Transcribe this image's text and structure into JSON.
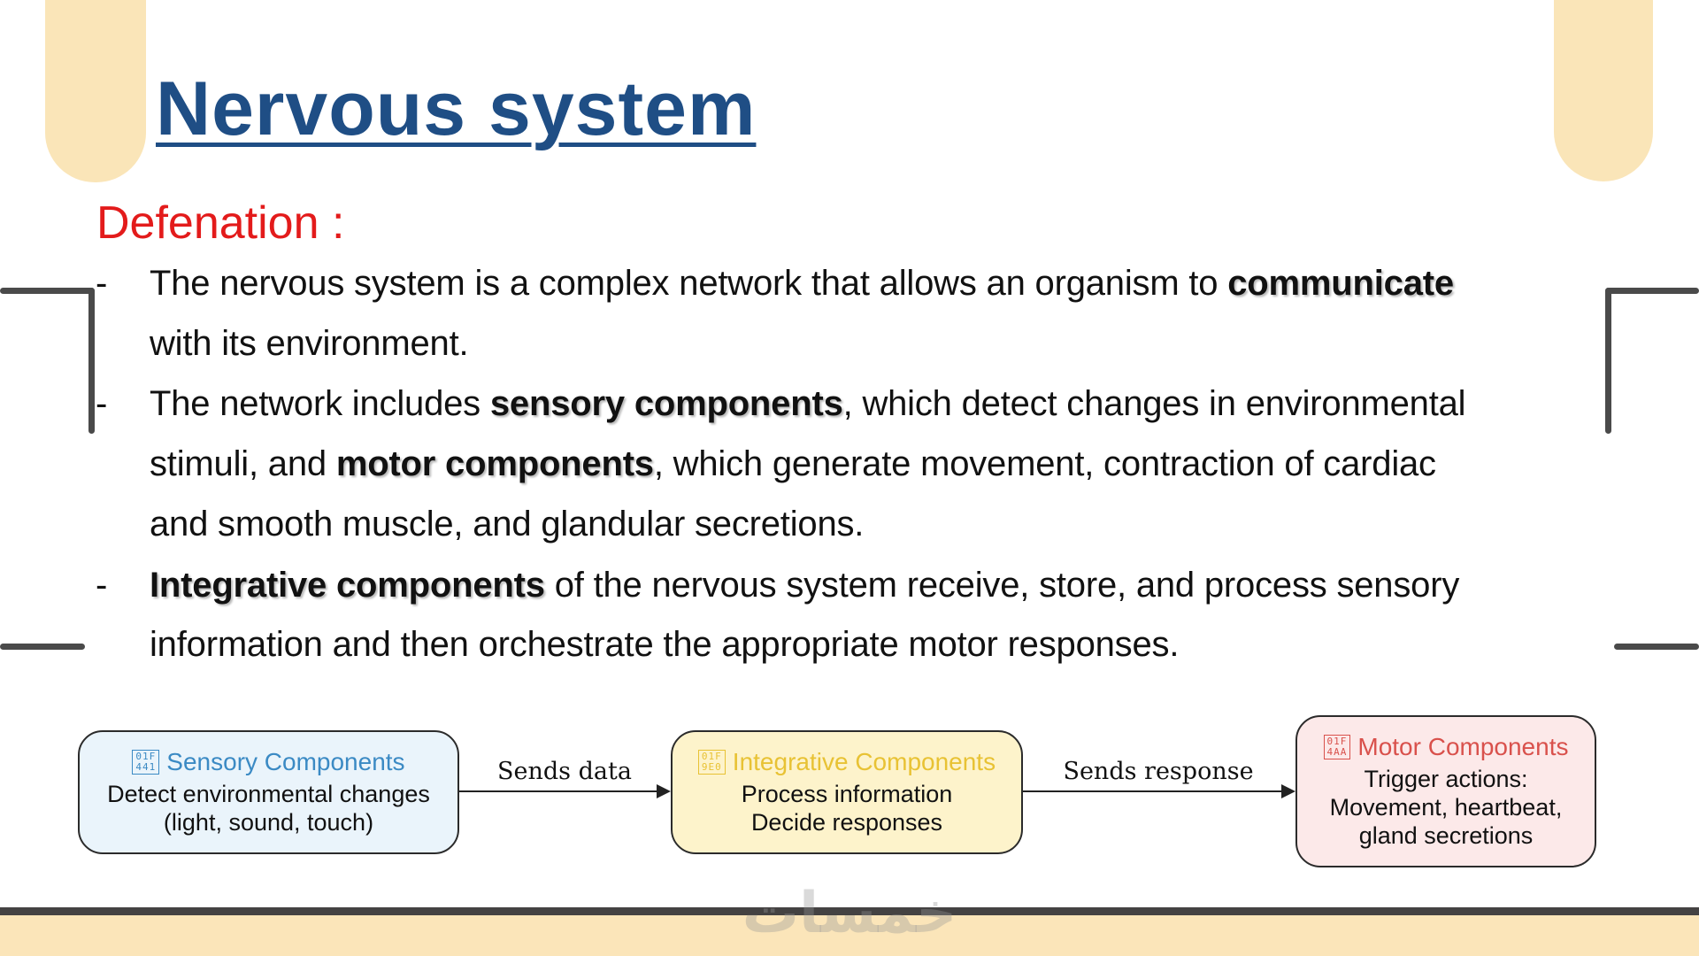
{
  "slide": {
    "title": "Nervous system",
    "subtitle": "Defenation :",
    "bullet_marker": "-",
    "lines": [
      {
        "bullet": true,
        "parts": [
          {
            "text": "The nervous system is a complex network that allows an organism to ",
            "bold": false
          },
          {
            "text": "communicate",
            "bold": true
          }
        ]
      },
      {
        "bullet": false,
        "parts": [
          {
            "text": "with its environment.",
            "bold": false
          }
        ]
      },
      {
        "bullet": true,
        "parts": [
          {
            "text": " The network includes ",
            "bold": false
          },
          {
            "text": "sensory components",
            "bold": true
          },
          {
            "text": ", which detect changes in environmental",
            "bold": false
          }
        ]
      },
      {
        "bullet": false,
        "parts": [
          {
            "text": "stimuli, and ",
            "bold": false
          },
          {
            "text": "motor components",
            "bold": true
          },
          {
            "text": ", which generate movement, contraction of cardiac",
            "bold": false
          }
        ]
      },
      {
        "bullet": false,
        "parts": [
          {
            "text": "and smooth muscle, and glandular secretions.",
            "bold": false
          }
        ]
      },
      {
        "bullet": true,
        "parts": [
          {
            "text": "Integrative components",
            "bold": true
          },
          {
            "text": " of the nervous system receive, store, and process sensory",
            "bold": false
          }
        ]
      },
      {
        "bullet": false,
        "parts": [
          {
            "text": "information and then orchestrate the appropriate motor responses.",
            "bold": false
          }
        ]
      }
    ]
  },
  "diagram": {
    "nodes": [
      {
        "id": "sensory",
        "icon": "eye-icon",
        "icon_code": [
          "01F",
          "441"
        ],
        "title": "Sensory Components",
        "body": [
          "Detect environmental changes",
          "(light, sound, touch)"
        ],
        "title_color": "#3b8ac4",
        "fill": "#eaf4fb"
      },
      {
        "id": "integrative",
        "icon": "brain-icon",
        "icon_code": [
          "01F",
          "9E0"
        ],
        "title": "Integrative Components",
        "body": [
          "Process information",
          "Decide responses"
        ],
        "title_color": "#e8c234",
        "fill": "#fdf3cb"
      },
      {
        "id": "motor",
        "icon": "flexed-biceps-icon",
        "icon_code": [
          "01F",
          "4AA"
        ],
        "title": "Motor Components",
        "body": [
          "Trigger actions:",
          "Movement, heartbeat,",
          "gland secretions"
        ],
        "title_color": "#d9514c",
        "fill": "#fce9e9"
      }
    ],
    "edges": [
      {
        "from": "sensory",
        "to": "integrative",
        "label": "Sends data"
      },
      {
        "from": "integrative",
        "to": "motor",
        "label": "Sends response"
      }
    ]
  },
  "watermark": "خمسات",
  "colors": {
    "title": "#1f4e85",
    "subtitle": "#e31b1b",
    "accent_beige": "#fbe5b9",
    "bracket": "#4a4a4a"
  }
}
